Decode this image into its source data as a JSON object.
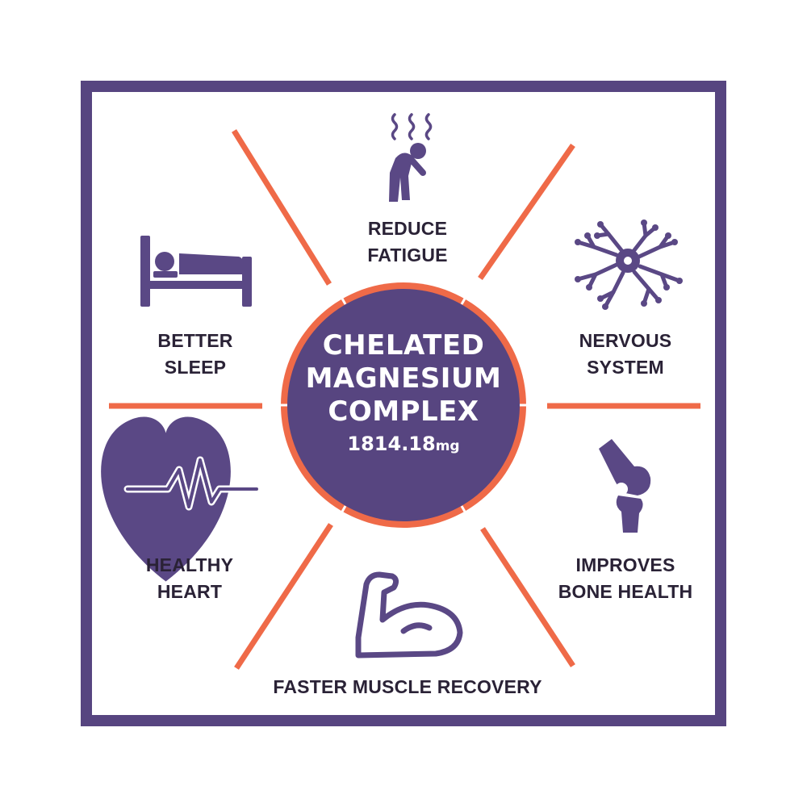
{
  "colors": {
    "frame": "#574580",
    "accent": "#ef6a48",
    "icon": "#5a4885",
    "text": "#2a2236",
    "center_text": "#ffffff"
  },
  "center": {
    "lines": [
      "CHELATED",
      "MAGNESIUM",
      "COMPLEX"
    ],
    "dose": "1814.18",
    "unit": "mg"
  },
  "benefits": [
    {
      "icon": "fatigued-person-icon",
      "lines": [
        "REDUCE",
        "FATIGUE"
      ]
    },
    {
      "icon": "neuron-icon",
      "lines": [
        "NERVOUS",
        "SYSTEM"
      ]
    },
    {
      "icon": "knee-joint-icon",
      "lines": [
        "IMPROVES",
        "BONE HEALTH"
      ]
    },
    {
      "icon": "flexed-arm-icon",
      "lines": [
        "FASTER MUSCLE RECOVERY"
      ]
    },
    {
      "icon": "heartbeat-icon",
      "lines": [
        "HEALTHY",
        "HEART"
      ]
    },
    {
      "icon": "bed-icon",
      "lines": [
        "BETTER",
        "SLEEP"
      ]
    }
  ]
}
